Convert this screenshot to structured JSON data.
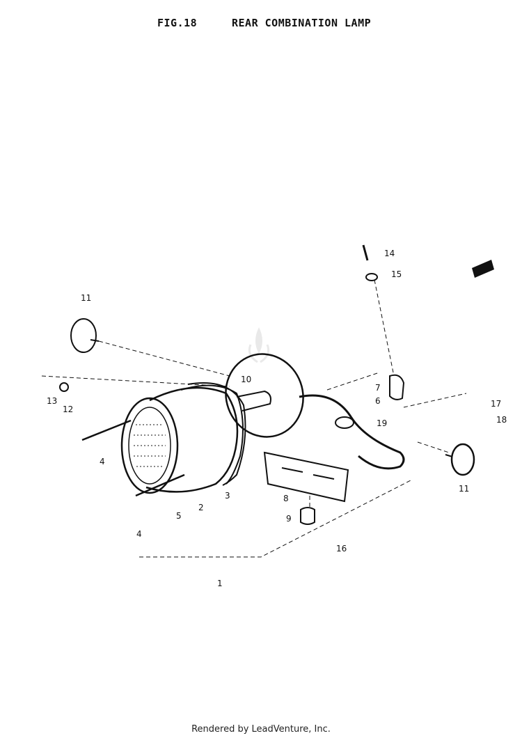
{
  "header": {
    "figure_number": "FIG.18",
    "title": "REAR COMBINATION LAMP"
  },
  "callouts": [
    "1",
    "2",
    "3",
    "4",
    "4",
    "5",
    "6",
    "7",
    "8",
    "9",
    "10",
    "11",
    "11",
    "12",
    "13",
    "14",
    "15",
    "16",
    "17",
    "18",
    "19"
  ],
  "footer": {
    "text": "Rendered by LeadVenture, Inc."
  },
  "colors": {
    "ink": "#111111",
    "paper": "#ffffff"
  }
}
